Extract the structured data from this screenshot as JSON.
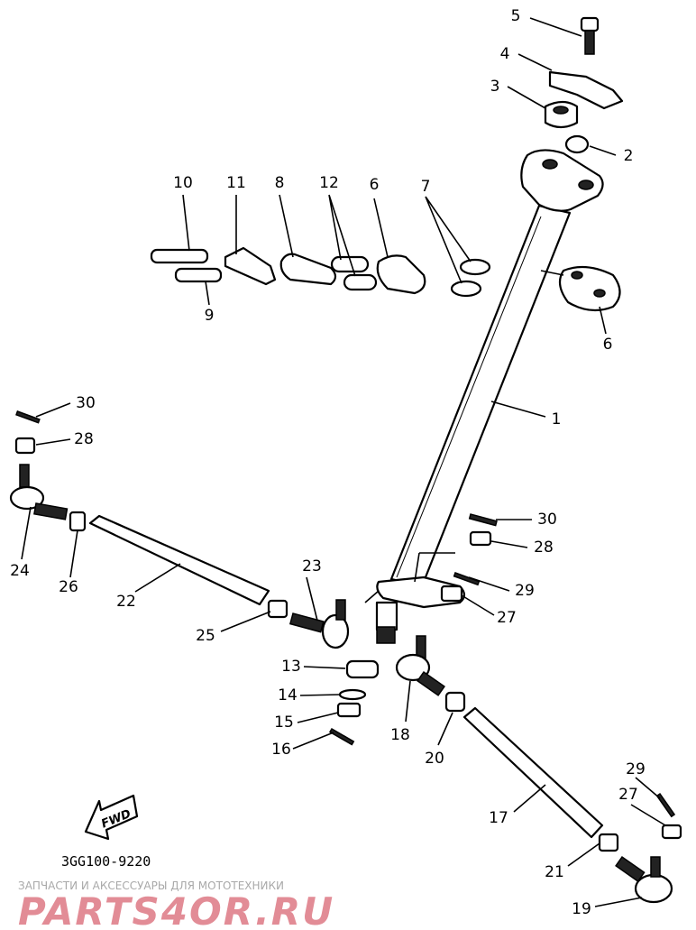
{
  "diagram": {
    "part_number_code": "3GG100-9220",
    "fwd_arrow_text": "FWD",
    "labels": [
      "5",
      "4",
      "3",
      "2",
      "10",
      "11",
      "8",
      "12",
      "6",
      "7",
      "9",
      "6",
      "1",
      "30",
      "28",
      "24",
      "26",
      "22",
      "23",
      "25",
      "30",
      "28",
      "29",
      "27",
      "13",
      "14",
      "15",
      "16",
      "18",
      "20",
      "17",
      "29",
      "27",
      "21",
      "19"
    ]
  },
  "watermark": {
    "tagline": "ЗАПЧАСТИ И АКСЕССУАРЫ ДЛЯ МОТОТЕХНИКИ",
    "logo": "PARTS4OR.RU"
  }
}
